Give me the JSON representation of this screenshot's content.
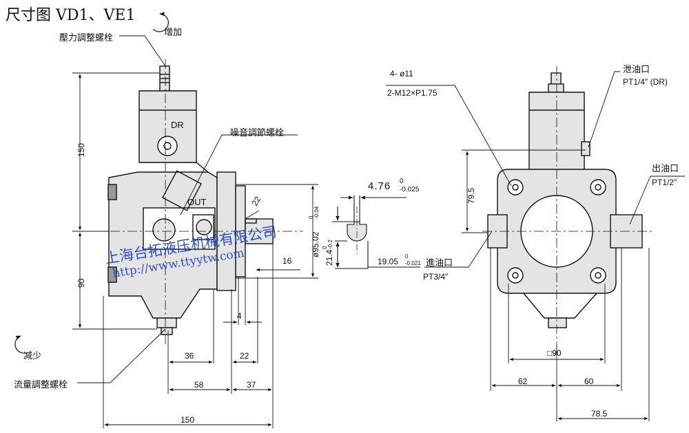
{
  "title": "尺寸图 VD1、VE1",
  "labels": {
    "increase": "增加",
    "decrease": "减少",
    "pressure_screw": "壓力調整螺栓",
    "noise_screw": "噪音調節螺栓",
    "flow_screw": "流量調整螺栓",
    "drain_name": "泄油口",
    "drain_thread": "PT1/4″ (DR)",
    "outlet_name": "出油口",
    "outlet_thread": "PT1/2″",
    "inlet_name": "進油口",
    "inlet_thread": "PT3/4″",
    "holes": "4- ø11",
    "bolts": "2-M12×P1.75",
    "port_dr": "DR",
    "port_out": "OUT"
  },
  "dimensions": {
    "d150_vertical": "150",
    "d90_vertical": "90",
    "d22_angle": "22",
    "d95_02": "ø95.02",
    "d95_02_tol_upper": "0",
    "d95_02_tol_lower": "-0.04",
    "d21_4": "21.4",
    "d21_4_tol_upper": "0",
    "d21_4_tol_lower": "-0.2",
    "d16": "16",
    "d4": "4",
    "d36": "36",
    "d22": "22",
    "d58": "58",
    "d37": "37",
    "d150_horizontal": "150",
    "key_width": "4.76",
    "key_tol_upper": "0",
    "key_tol_lower": "-0.025",
    "shaft_dia": "19.05",
    "shaft_tol_upper": "0",
    "shaft_tol_lower": "-0.021",
    "d79_5": "79.5",
    "d90_square": "□90",
    "d62": "62",
    "d60": "60",
    "d78_5": "78.5"
  },
  "watermark": {
    "company": "上海台拓液压机械有限公司",
    "url": "http://www.ttyytw.com"
  },
  "colors": {
    "line": "#111111",
    "fill": "#e4e4e4",
    "watermark": "#1a3fd6"
  }
}
